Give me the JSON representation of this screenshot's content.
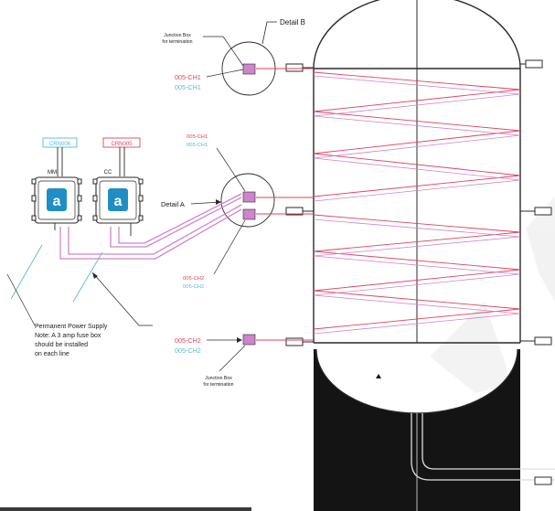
{
  "colors": {
    "red": "#e2425a",
    "cyan": "#52bcd6",
    "pink_cable": "#cf84cc",
    "junction_fill": "#cf84cc",
    "lines": "#2a2a2a",
    "vessel_fill": "#141414",
    "logo_blue": "#1f8ec4"
  },
  "icons": [
    "warning-triangle-icon",
    "controller-logo-icon"
  ],
  "detail_b": {
    "label": "Detail B"
  },
  "detail_a": {
    "label": "Detail A"
  },
  "junction_top": {
    "label_line1": "Junction Box",
    "label_line2": "for termination",
    "ch_red": "005-CH1",
    "ch_cyan": "005-CH1"
  },
  "junction_bottom": {
    "label_line1": "Junction Box",
    "label_line2": "for termination",
    "ch_red": "005-CH2",
    "ch_cyan": "005-CH2"
  },
  "detail_a_upper": {
    "ch_red": "005-CH1",
    "ch_cyan": "005-CH1"
  },
  "detail_a_lower": {
    "ch_red": "005-CH2",
    "ch_cyan": "005-CH2"
  },
  "controllers": {
    "left": {
      "tag": "CRN006",
      "name": "MM"
    },
    "right": {
      "tag": "CRN005",
      "name": "CC"
    }
  },
  "power_note": {
    "line1": "Permanent Power Supply",
    "line2": "Note: A 3 amp fuse box",
    "line3": "should be installed",
    "line4": "on each line"
  }
}
